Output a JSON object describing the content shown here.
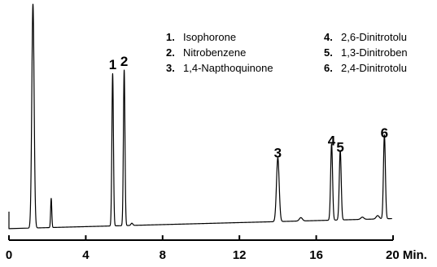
{
  "chart_data": {
    "type": "line",
    "title": "",
    "xlabel": "",
    "ylabel": "",
    "x_unit_label": "Min.",
    "xlim": [
      0,
      20
    ],
    "xticks": [
      0,
      4,
      8,
      12,
      16,
      20
    ],
    "xtick_labels": [
      "0",
      "4",
      "8",
      "12",
      "16",
      "20"
    ],
    "grid": false,
    "legend_position": "top-right",
    "legend": [
      {
        "number": "1.",
        "name": "Isophorone"
      },
      {
        "number": "2.",
        "name": "Nitrobenzene"
      },
      {
        "number": "3.",
        "name": "1,4-Napthoquinone"
      },
      {
        "number": "4.",
        "name": "2,6-Dinitrotolu"
      },
      {
        "number": "5.",
        "name": "1,3-Dinitroben"
      },
      {
        "number": "6.",
        "name": "2,4-Dinitrotolu"
      }
    ],
    "series": [
      {
        "line_color": "#000000",
        "baseline": 0.015,
        "baseline_end": 0.06,
        "peaks": [
          {
            "label": "",
            "time": 1.25,
            "height": 1.0,
            "width": 0.06
          },
          {
            "label": "",
            "time": 2.2,
            "height": 0.13,
            "width": 0.03
          },
          {
            "label": "1",
            "time": 5.4,
            "height": 0.68,
            "width": 0.04
          },
          {
            "label": "2",
            "time": 6.0,
            "height": 0.695,
            "width": 0.04
          },
          {
            "label": "",
            "time": 6.4,
            "height": 0.01,
            "width": 0.05
          },
          {
            "label": "3",
            "time": 14.0,
            "height": 0.285,
            "width": 0.07
          },
          {
            "label": "",
            "time": 15.2,
            "height": 0.015,
            "width": 0.08
          },
          {
            "label": "4",
            "time": 16.8,
            "height": 0.34,
            "width": 0.05
          },
          {
            "label": "5",
            "time": 17.25,
            "height": 0.31,
            "width": 0.05
          },
          {
            "label": "",
            "time": 18.4,
            "height": 0.01,
            "width": 0.08
          },
          {
            "label": "",
            "time": 19.2,
            "height": 0.015,
            "width": 0.08
          },
          {
            "label": "6",
            "time": 19.55,
            "height": 0.375,
            "width": 0.05
          }
        ]
      }
    ]
  }
}
